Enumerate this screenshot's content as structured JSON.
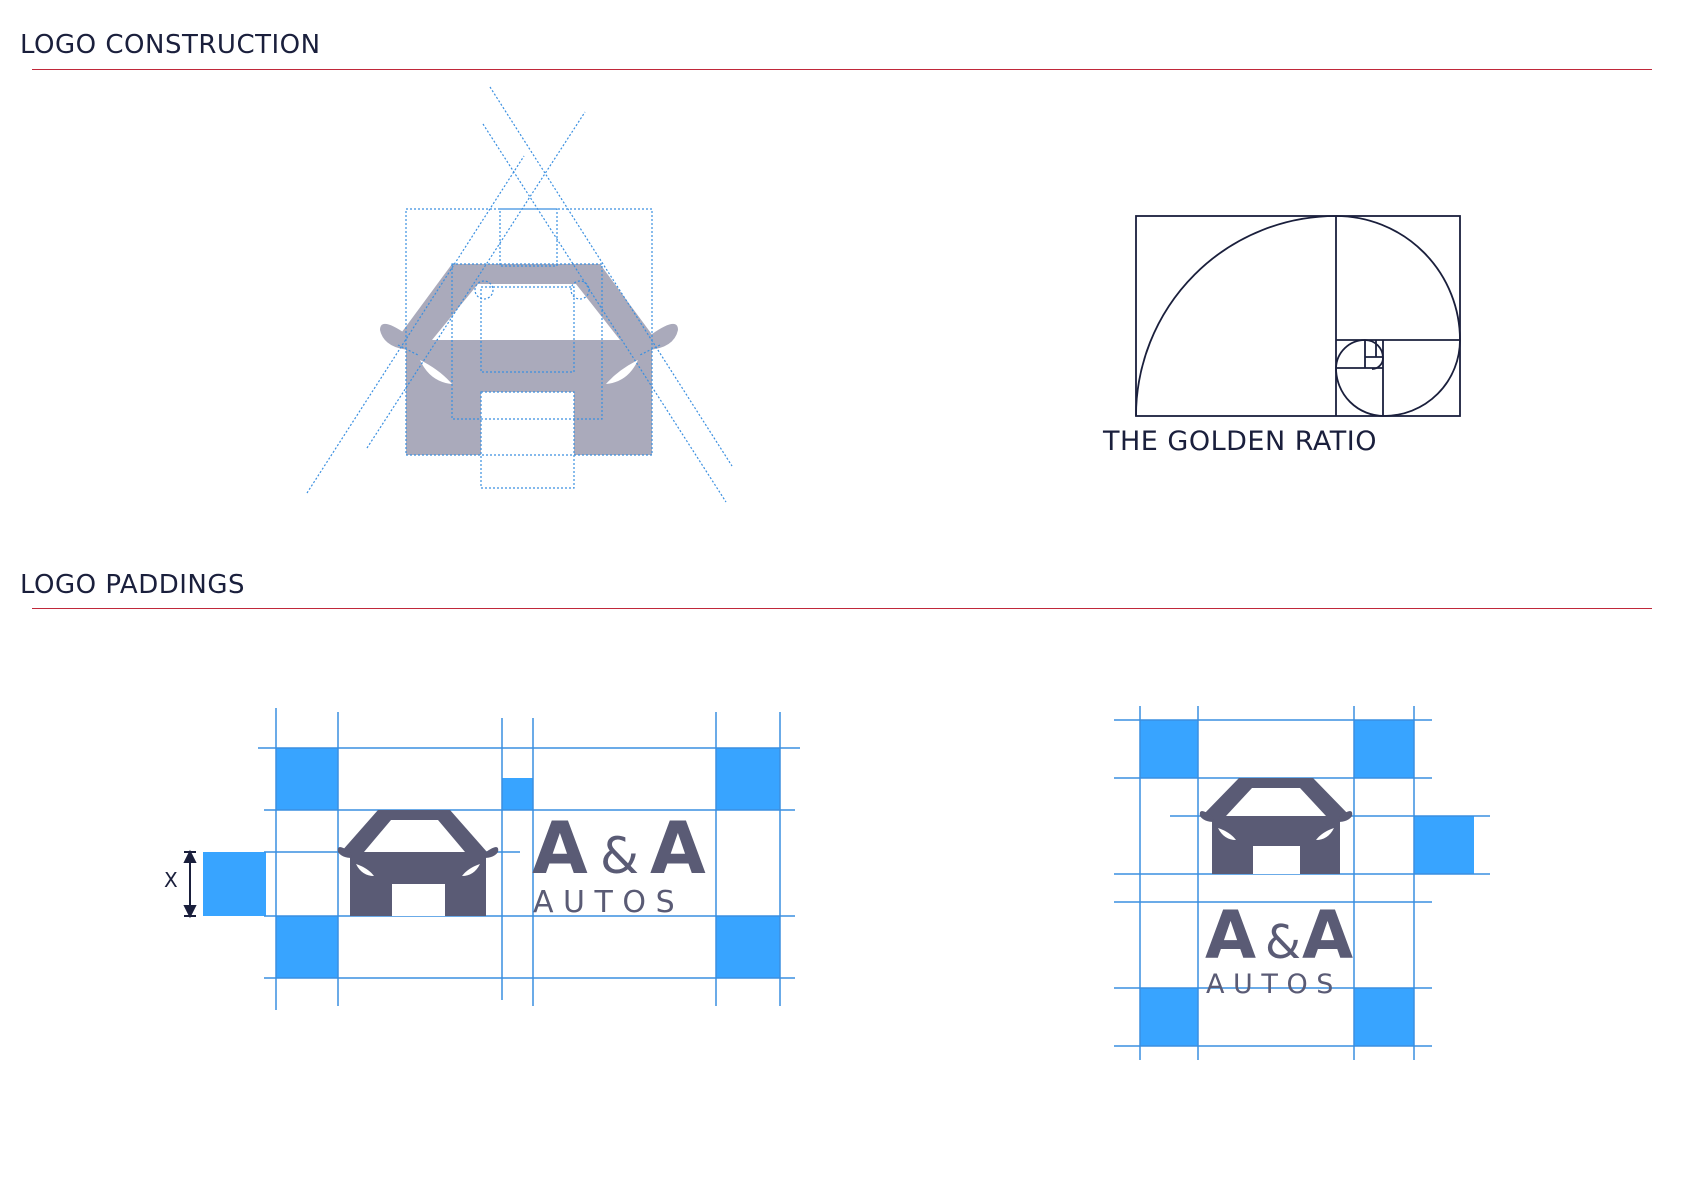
{
  "sections": {
    "construction": {
      "title": "LOGO CONSTRUCTION"
    },
    "paddings": {
      "title": "LOGO PADDINGS"
    }
  },
  "golden_ratio": {
    "caption": "THE GOLDEN RATIO"
  },
  "padding_diagram": {
    "unit_label": "X"
  },
  "brand": {
    "name_part1": "A",
    "ampersand": "&",
    "name_part2": "A",
    "tagline": "A U T O S"
  },
  "colors": {
    "title_text": "#1a1f3c",
    "rule": "#c0283a",
    "guide_blue": "#3a8fe0",
    "padding_blue": "#38a4ff",
    "logo_gray": "#aaaabb",
    "logo_dark": "#5a5b75"
  }
}
